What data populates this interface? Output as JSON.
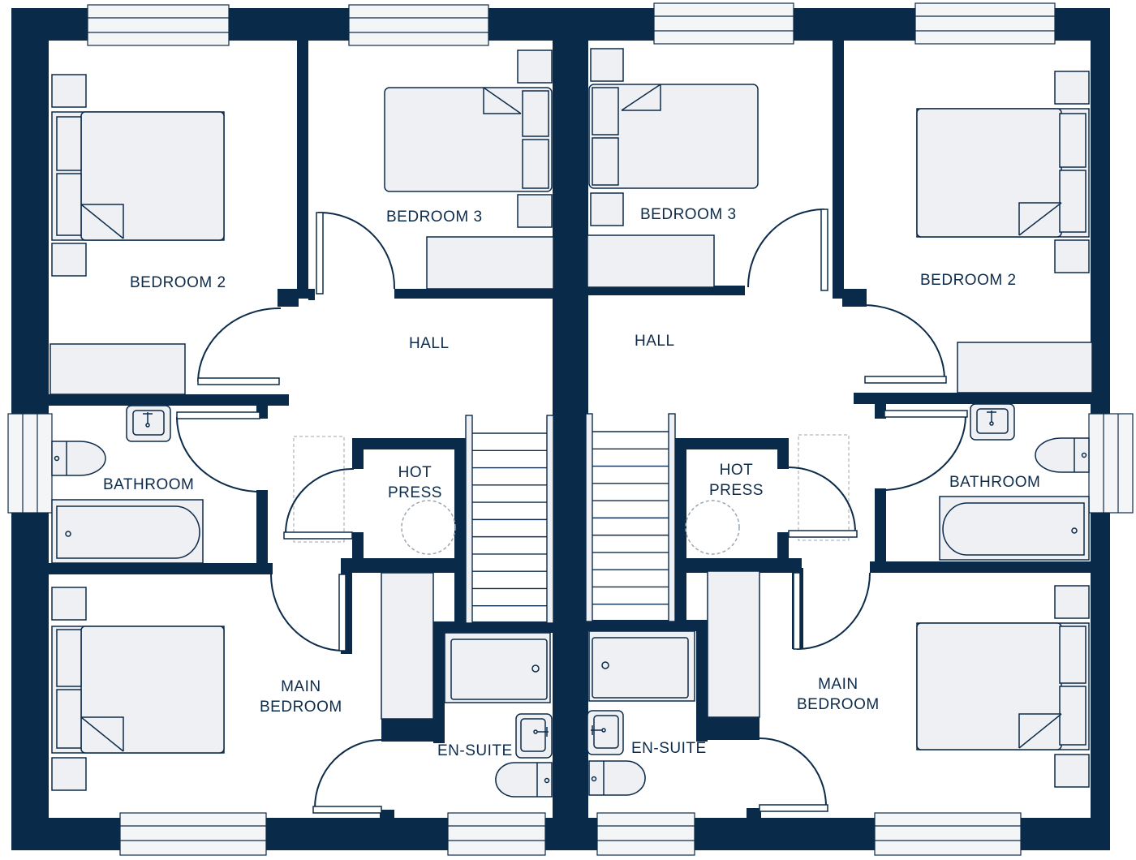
{
  "colors": {
    "wall": "#0a2a4a",
    "furniture_fill": "#eef0f3",
    "line": "#0d2b4a",
    "window_fill": "#f4f5f6",
    "background": "#ffffff"
  },
  "left_unit": {
    "bedroom2": "BEDROOM 2",
    "bedroom3": "BEDROOM 3",
    "hall": "HALL",
    "bathroom": "BATHROOM",
    "hot_press_line1": "HOT",
    "hot_press_line2": "PRESS",
    "main_bedroom_line1": "MAIN",
    "main_bedroom_line2": "BEDROOM",
    "ensuite": "EN-SUITE"
  },
  "right_unit": {
    "bedroom2": "BEDROOM 2",
    "bedroom3": "BEDROOM 3",
    "hall": "HALL",
    "bathroom": "BATHROOM",
    "hot_press_line1": "HOT",
    "hot_press_line2": "PRESS",
    "main_bedroom_line1": "MAIN",
    "main_bedroom_line2": "BEDROOM",
    "ensuite": "EN-SUITE"
  },
  "icons": [
    "double-bed-icon",
    "single-bed-icon",
    "bathtub-icon",
    "toilet-icon",
    "sink-icon",
    "shower-tray-icon",
    "staircase-icon",
    "door-swing-icon",
    "window-icon",
    "bedside-table-icon",
    "wardrobe-icon",
    "hot-water-cylinder-icon"
  ]
}
